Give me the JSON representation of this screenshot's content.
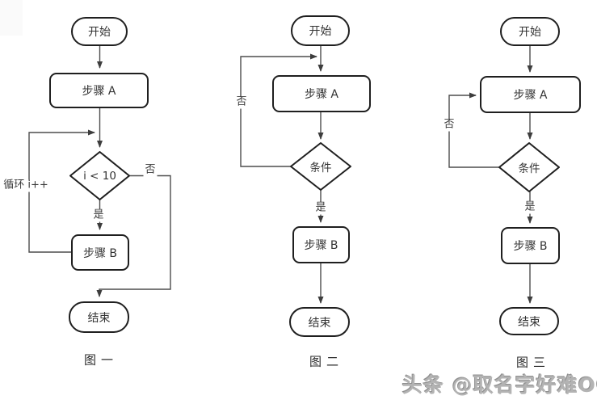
{
  "figures": [
    {
      "caption": "图一",
      "nodes": {
        "start": "开始",
        "step_a": "步骤 A",
        "decision": "i < 10",
        "step_b": "步骤 B",
        "end": "结束"
      },
      "labels": {
        "no": "否",
        "yes": "是",
        "loop": "循环 i++"
      }
    },
    {
      "caption": "图二",
      "nodes": {
        "start": "开始",
        "step_a": "步骤 A",
        "decision": "条件",
        "step_b": "步骤 B",
        "end": "结束"
      },
      "labels": {
        "no": "否",
        "yes": "是"
      }
    },
    {
      "caption": "图三",
      "nodes": {
        "start": "开始",
        "step_a": "步骤 A",
        "decision": "条件",
        "step_b": "步骤 B",
        "end": "结束"
      },
      "labels": {
        "no": "否",
        "yes": "是"
      }
    }
  ],
  "watermark": "头条 @取名字好难OO",
  "colors": {
    "background": "#ffffff",
    "shape_stroke": "#1f1f1f",
    "edge_stroke": "#4d4d4d",
    "text": "#333333",
    "watermark": "#b3b3b3"
  }
}
